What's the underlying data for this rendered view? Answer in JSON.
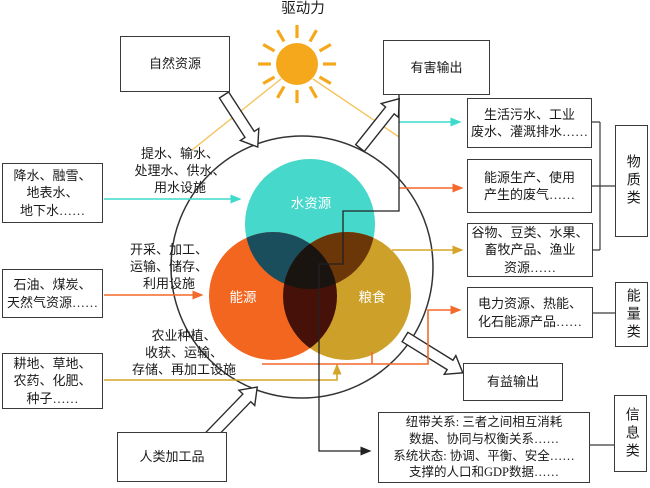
{
  "title": "驱动力",
  "colors": {
    "water_circle": "#45D8CB",
    "energy_circle": "#F2661F",
    "food_circle": "#CDA02A",
    "overlap_water_energy": "#1A4E5C",
    "overlap_water_food": "#6B3608",
    "overlap_energy_food": "#451108",
    "overlap_center": "#191410",
    "sun": "#F5A81C",
    "cyan_arrow": "#3EDACC",
    "orange_arrow": "#F4692C",
    "gold_arrow": "#D5A42A"
  },
  "system": {
    "water": "水资源",
    "energy": "能源",
    "food": "粮食"
  },
  "inputs": {
    "natural_resources": "自然资源",
    "human_products": "人类加工品",
    "water_sources": "降水、融雪、\n地表水、\n地下水……",
    "energy_sources": "石油、煤炭、\n天然气资源……",
    "food_sources": "耕地、草地、\n农药、化肥、\n种子……"
  },
  "facilities": {
    "water": "提水、输水、\n处理水、供水、\n用水设施",
    "energy": "开采、加工、\n运输、储存、\n利用设施",
    "food": "农业种植、\n收获、运输、\n存储、再加工设施"
  },
  "outputs": {
    "harmful": "有害输出",
    "beneficial": "有益输出",
    "wastewater": "生活污水、工业\n废水、灌溉排水……",
    "waste_gas": "能源生产、使用\n产生的废气……",
    "food_products": "谷物、豆类、水果、\n畜牧产品、渔业\n资源……",
    "power_products": "电力资源、热能、\n化石能源产品……",
    "nexus_info": "纽带关系: 三者之间相互消耗\n数据、协同与权衡关系……\n系统状态: 协调、平衡、安全……\n支撑的人口和GDP数据……"
  },
  "categories": {
    "material": "物质类",
    "energy": "能量类",
    "information": "信息类"
  }
}
